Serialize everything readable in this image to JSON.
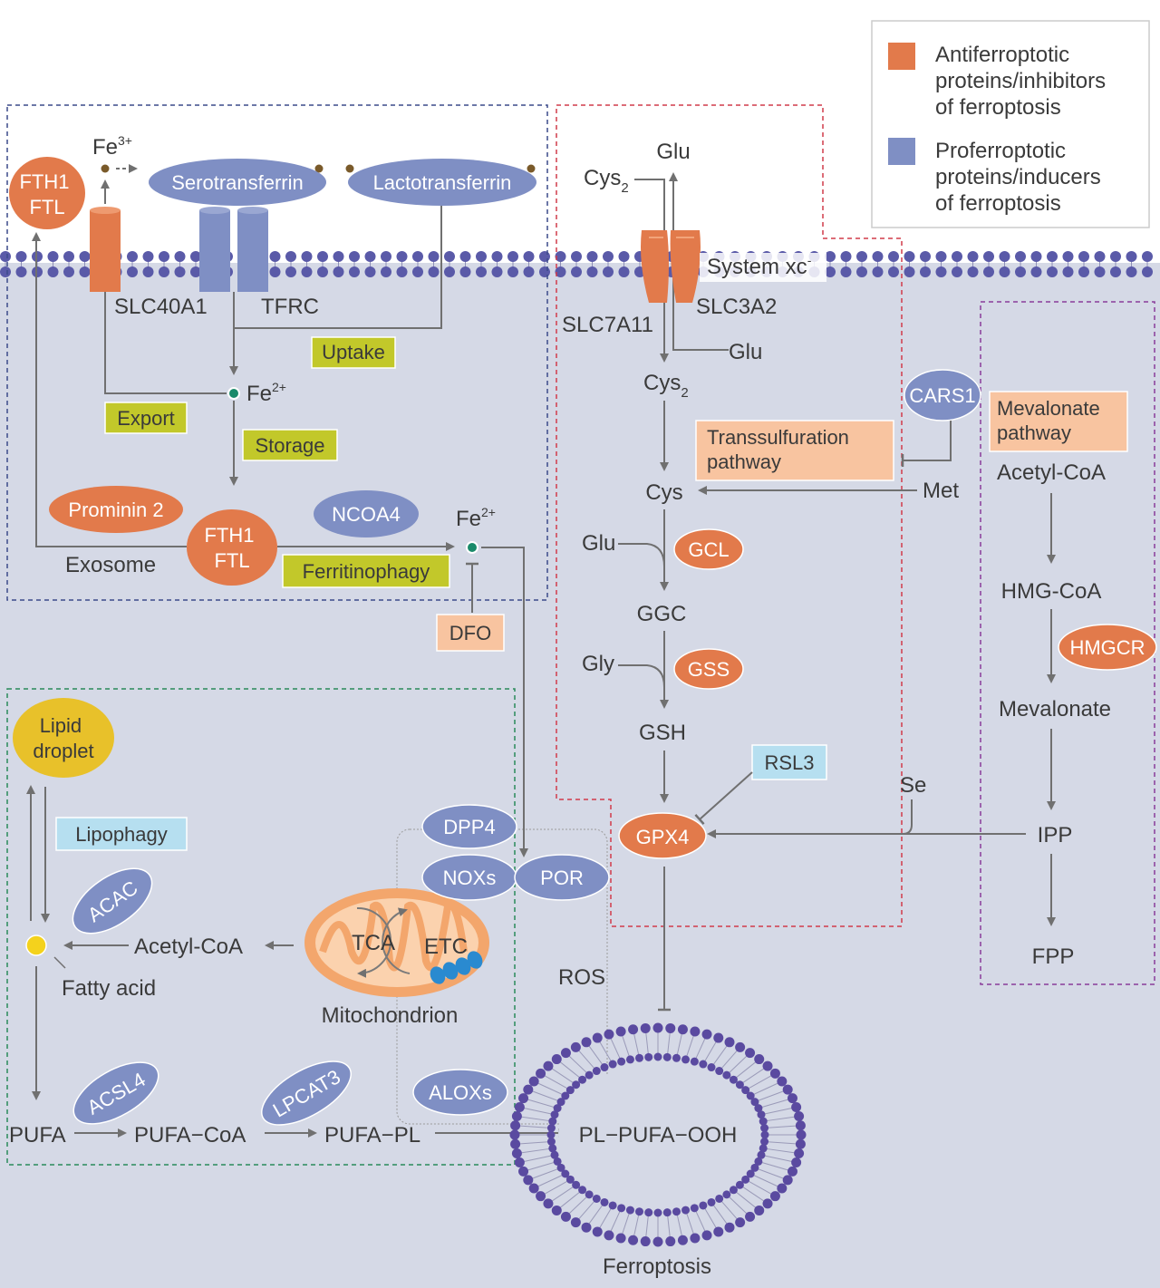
{
  "legend": {
    "anti": "Antiferroptotic proteins/inhibitors of ferroptosis",
    "anti_lines": [
      "Antiferroptotic",
      "proteins/inhibitors",
      "of ferroptosis"
    ],
    "pro": "Proferroptotic proteins/inducers of ferroptosis",
    "pro_lines": [
      "Proferroptotic",
      "proteins/inducers",
      "of ferroptosis"
    ],
    "anti_color": "#e27a4b",
    "pro_color": "#7f8fc4"
  },
  "iron": {
    "fe3": "Fe",
    "fe3_sup": "3+",
    "fth1": "FTH1",
    "ftl": "FTL",
    "serotransferrin": "Serotransferrin",
    "lactotransferrin": "Lactotransferrin",
    "slc40a1": "SLC40A1",
    "tfrc": "TFRC",
    "uptake": "Uptake",
    "export": "Export",
    "storage": "Storage",
    "fe2": "Fe",
    "fe2_sup": "2+",
    "prominin2": "Prominin 2",
    "ncoa4": "NCOA4",
    "exosome": "Exosome",
    "ferritinophagy": "Ferritinophagy",
    "dfo": "DFO"
  },
  "cystine": {
    "glu_top": "Glu",
    "cys2": "Cys",
    "cys2_sub": "2",
    "system": "System xc",
    "system_sup": "-",
    "slc3a2": "SLC3A2",
    "slc7a11": "SLC7A11",
    "glu_out": "Glu",
    "cys": "Cys",
    "transsulfuration": [
      "Transsulfuration",
      "pathway"
    ],
    "cars1": "CARS1",
    "met": "Met",
    "glu_gcl": "Glu",
    "gcl": "GCL",
    "ggc": "GGC",
    "gly": "Gly",
    "gss": "GSS",
    "gsh": "GSH",
    "rsl3": "RSL3",
    "gpx4": "GPX4",
    "se": "Se"
  },
  "mevalonate": {
    "title": [
      "Mevalonate",
      "pathway"
    ],
    "acetylcoa": "Acetyl-CoA",
    "hmgcoa": "HMG-CoA",
    "hmgcr": "HMGCR",
    "mevalonate": "Mevalonate",
    "ipp": "IPP",
    "fpp": "FPP"
  },
  "lipid": {
    "droplet": [
      "Lipid",
      "droplet"
    ],
    "lipophagy": "Lipophagy",
    "acac": "ACAC",
    "acetylcoa": "Acetyl-CoA",
    "fatty_acid": "Fatty acid",
    "tca": "TCA",
    "etc": "ETC",
    "mitochondrion": "Mitochondrion",
    "dpp4": "DPP4",
    "noxs": "NOXs",
    "por": "POR",
    "ros": "ROS",
    "aloxs": "ALOXs",
    "acsl4": "ACSL4",
    "lpcat3": "LPCAT3",
    "pufa": "PUFA",
    "pufa_coa": "PUFA−CoA",
    "pufa_pl": "PUFA−PL",
    "pl_pufa_ooh": "PL−PUFA−OOH",
    "ferroptosis": "Ferroptosis"
  }
}
